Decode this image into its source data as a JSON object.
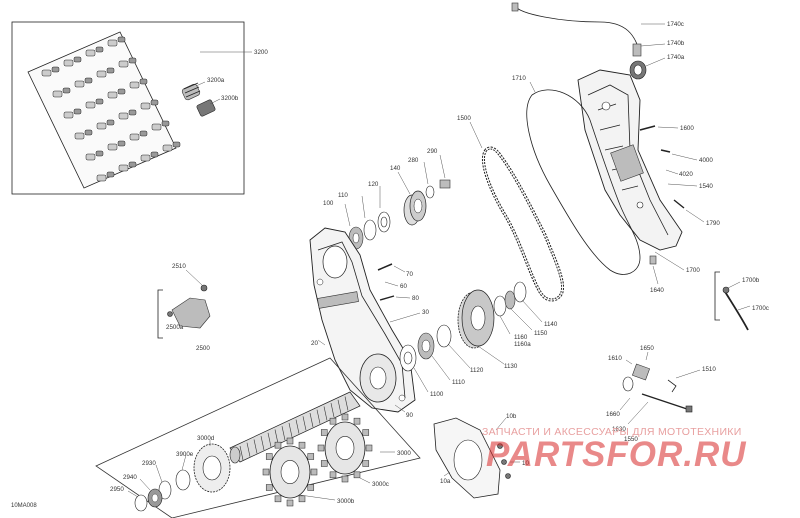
{
  "watermark": {
    "line1": "ЗАПЧАСТИ И АКСЕССУАРЫ ДЛЯ МОТОТЕХНИКИ",
    "line2": "PARTSFOR.RU",
    "color": "#d62828"
  },
  "figure_code": "10MA008",
  "labels": {
    "p3200": "3200",
    "p3200a": "3200a",
    "p3200b": "3200b",
    "p1740c": "1740c",
    "p1740b": "1740b",
    "p1740a": "1740a",
    "p1710": "1710",
    "p1500": "1500",
    "p1600": "1600",
    "p4000": "4000",
    "p4020": "4020",
    "p1540": "1540",
    "p1790": "1790",
    "p290": "290",
    "p280": "280",
    "p140": "140",
    "p120": "120",
    "p110": "110",
    "p100": "100",
    "p70": "70",
    "p60": "60",
    "p80": "80",
    "p30": "30",
    "p20": "20",
    "p90": "90",
    "p1100": "1100",
    "p1110": "1110",
    "p1120": "1120",
    "p1130": "1130",
    "p1140": "1140",
    "p1150": "1150",
    "p1160": "1160",
    "p1160a": "1160a",
    "p1700": "1700",
    "p1640": "1640",
    "p1700b": "1700b",
    "p1700c": "1700c",
    "p2510": "2510",
    "p2500a": "2500a",
    "p2500": "2500",
    "p1650": "1650",
    "p1610": "1610",
    "p1510": "1510",
    "p1660": "1660",
    "p1630": "1630",
    "p1550": "1550",
    "p10b": "10b",
    "p10": "10",
    "p10a": "10a",
    "p3000d": "3000d",
    "p3900e": "3900e",
    "p2930": "2930",
    "p2940": "2940",
    "p2950": "2950",
    "p3000": "3000",
    "p3000c": "3000c",
    "p3000b": "3000b"
  }
}
